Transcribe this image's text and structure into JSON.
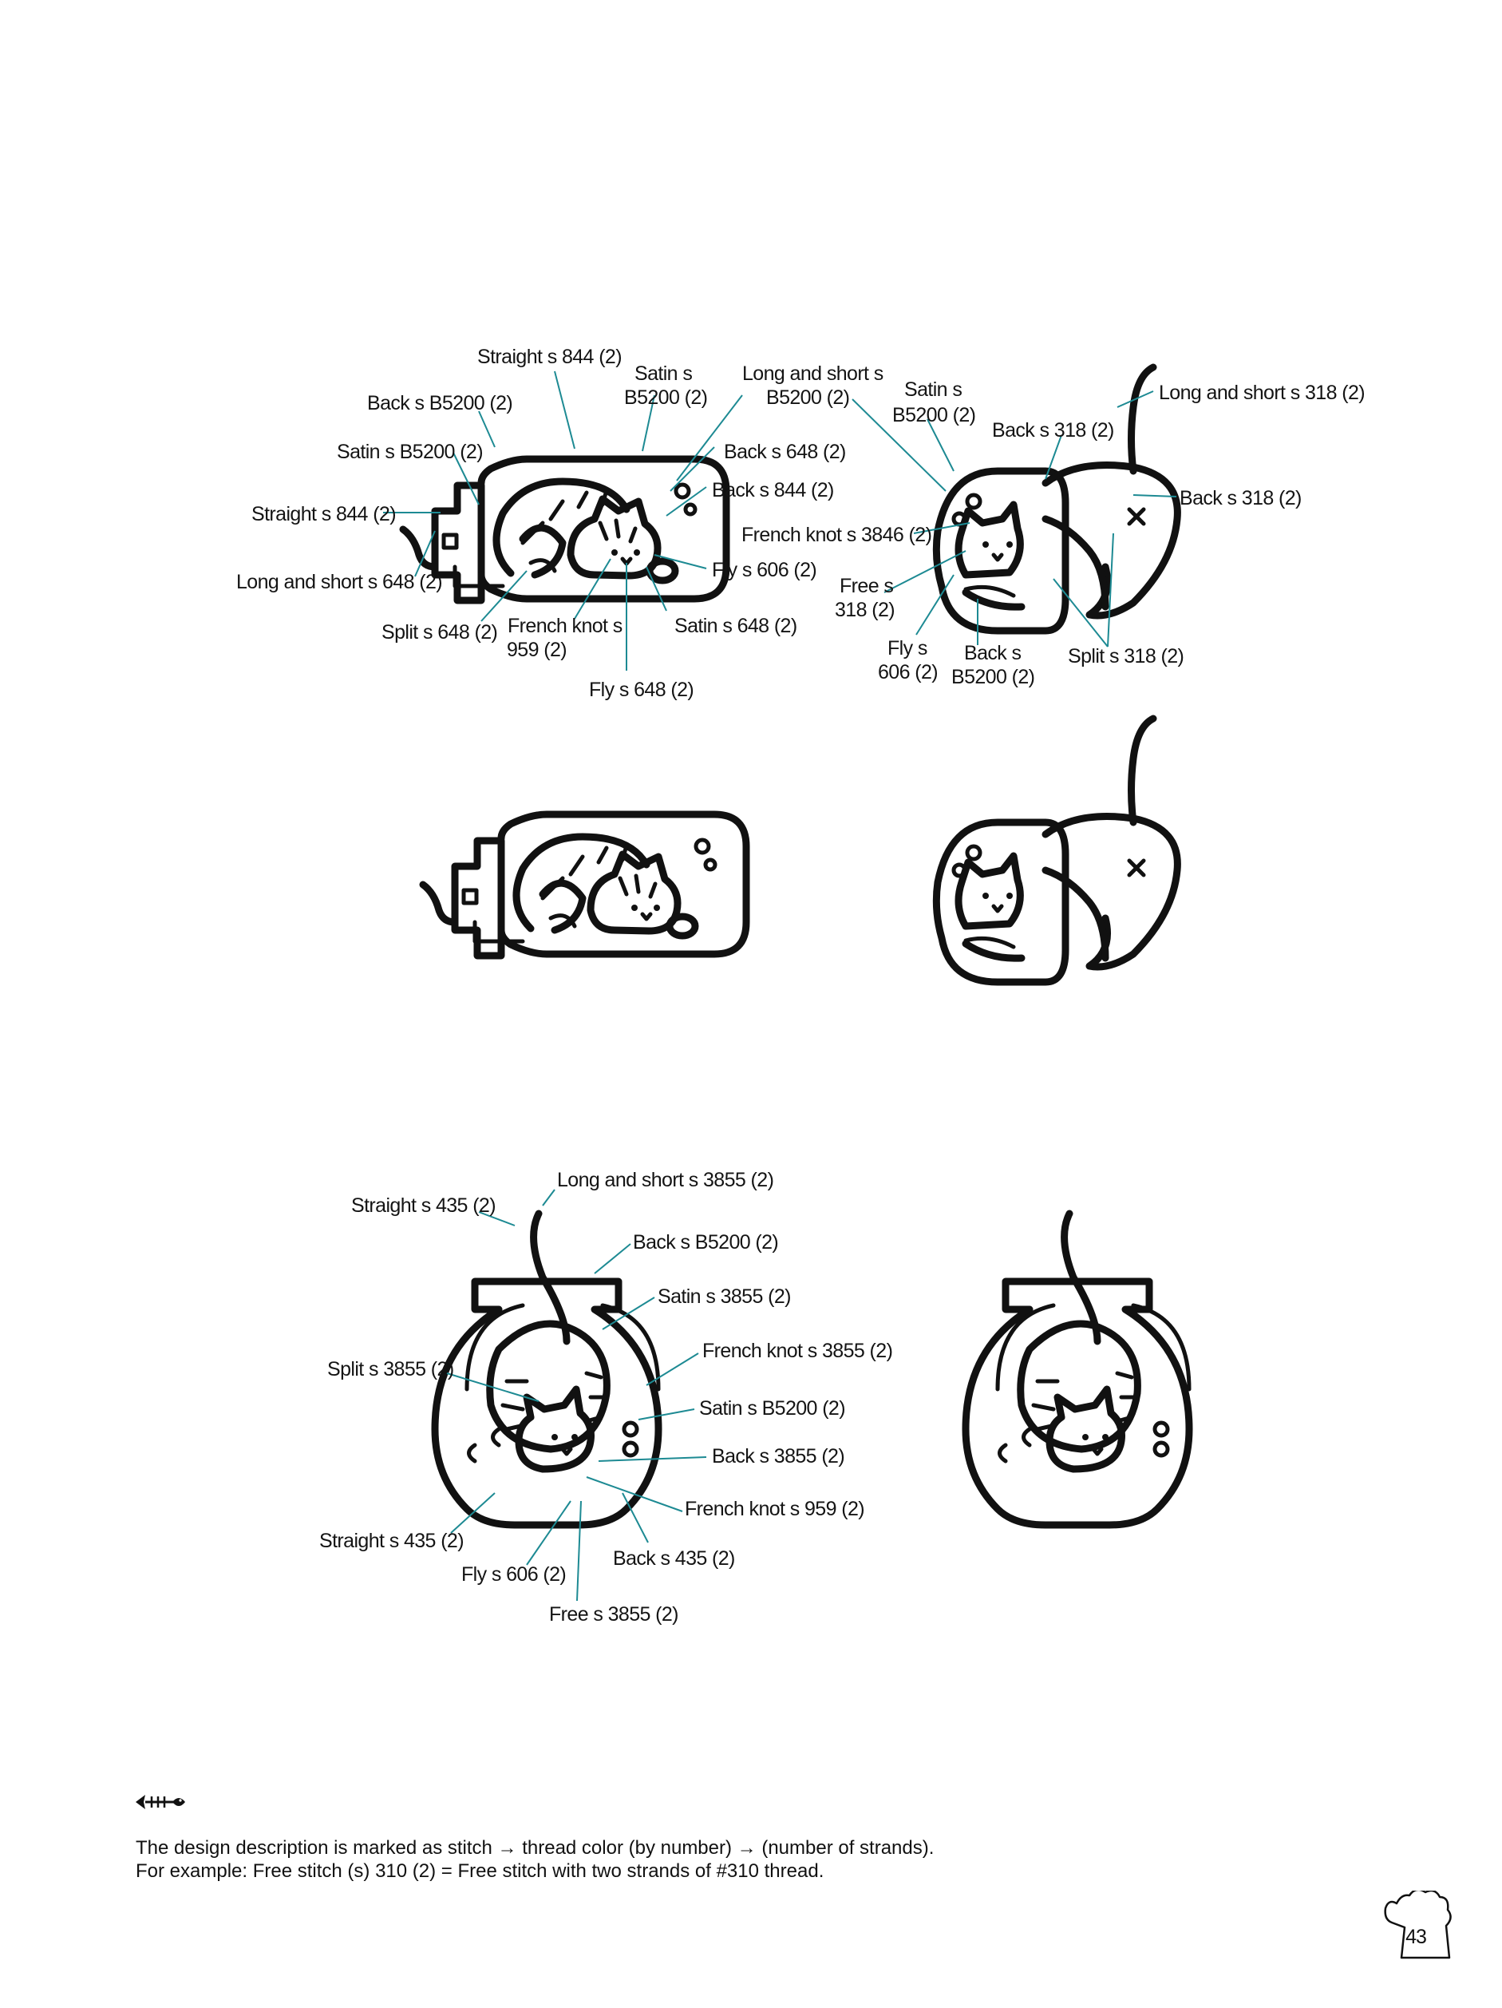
{
  "figures": {
    "fig1_labels": [
      "Straight s 844 (2)",
      "Satin s",
      "B5200 (2)",
      "Long and short s",
      "B5200 (2)",
      "Back s B5200 (2)",
      "Satin s B5200 (2)",
      "Back s 648 (2)",
      "Back s 844 (2)",
      "Straight s 844 (2)",
      "Fly s 606 (2)",
      "Long and short s 648 (2)",
      "French knot s",
      "959 (2)",
      "Satin s 648 (2)",
      "Split s 648 (2)",
      "Fly s 648 (2)"
    ],
    "fig2_labels": [
      "Satin s",
      "B5200 (2)",
      "Back s 318 (2)",
      "Long and short s 318 (2)",
      "Back s 318 (2)",
      "French knot s 3846 (2)",
      "Free s",
      "318 (2)",
      "Fly s",
      "606 (2)",
      "Back s",
      "B5200 (2)",
      "Split s 318 (2)"
    ],
    "fig3_labels": [
      "Long and short s 3855 (2)",
      "Straight s 435 (2)",
      "Back s B5200 (2)",
      "Satin s 3855 (2)",
      "French knot s 3855 (2)",
      "Split s 3855 (2)",
      "Satin s B5200 (2)",
      "Back s 3855 (2)",
      "French knot s 959 (2)",
      "Straight s 435 (2)",
      "Back s 435 (2)",
      "Fly s 606 (2)",
      "Free s 3855 (2)"
    ]
  },
  "footer": {
    "line1": "The design description is marked as stitch → thread color (by number) → (number of strands).",
    "line2": "For example: Free stitch (s) 310 (2) = Free stitch with two strands of #310 thread."
  },
  "page_number": "43",
  "colors": {
    "leader": "#1d8a93",
    "ink": "#111111"
  },
  "icons": [
    "fish-bone-icon",
    "paw-icon"
  ]
}
